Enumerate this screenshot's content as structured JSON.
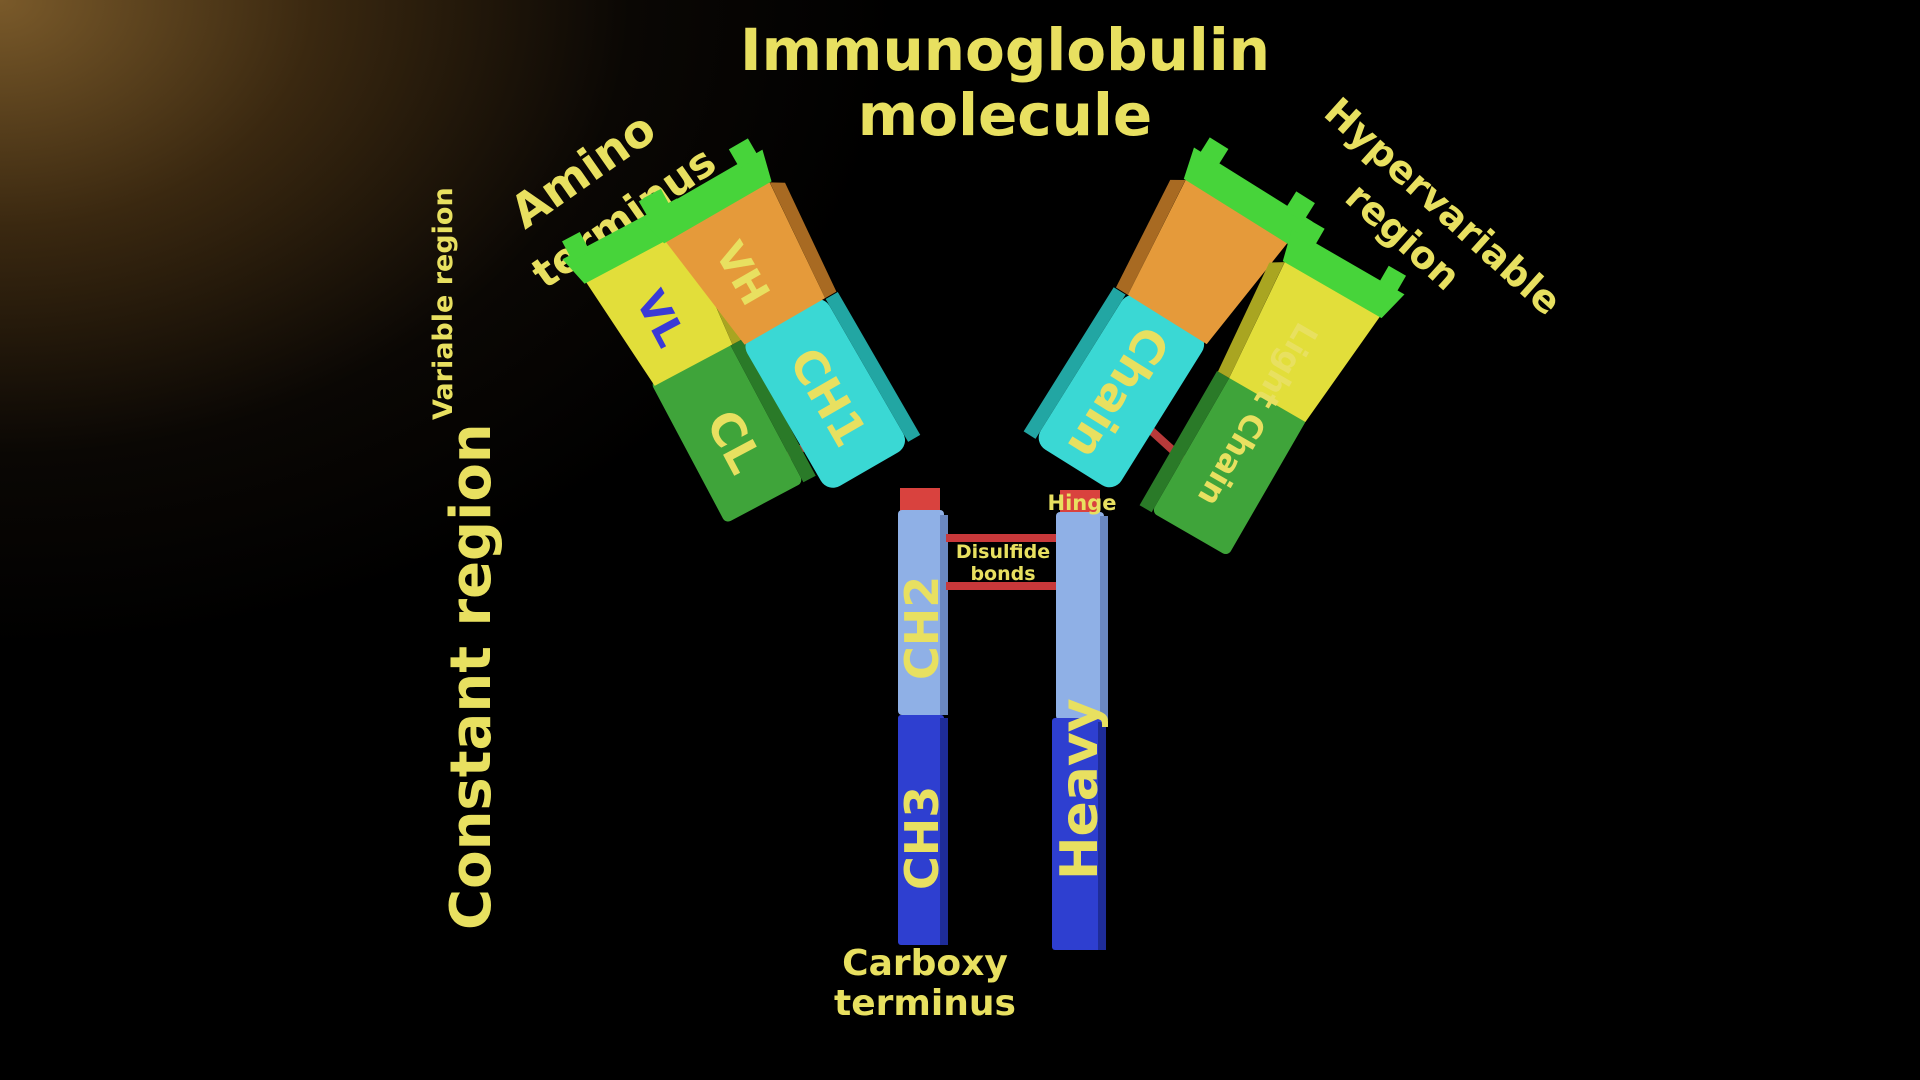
{
  "title": {
    "line1": "Immunoglobulin",
    "line2": "molecule"
  },
  "labels": {
    "amino_terminus_1": "Amino",
    "amino_terminus_2": "terminus",
    "hypervariable_1": "Hypervariable",
    "hypervariable_2": "region",
    "variable_region": "Variable region",
    "constant_region": "Constant region",
    "hinge": "Hinge",
    "disulfide_1": "Disulfide",
    "disulfide_2": "bonds",
    "carboxy_1": "Carboxy",
    "carboxy_2": "terminus"
  },
  "domains": {
    "vl": "VL",
    "vh": "VH",
    "cl": "CL",
    "ch1": "CH1",
    "ch2": "CH2",
    "ch3": "CH3",
    "heavy": "Heavy",
    "chain": "Chain",
    "light_chain": "Light Chain"
  },
  "colors": {
    "label_yellow": "#e8e060",
    "vl_yellow": "#e2de3a",
    "vh_orange": "#e59a3a",
    "cl_green": "#3fa43a",
    "ch1_cyan": "#3ad8d4",
    "ch2_lightblue": "#8fb0e6",
    "ch3_blue": "#2e3fd0",
    "hypervariable_green": "#47d43a",
    "bond_red": "#c8383a"
  }
}
